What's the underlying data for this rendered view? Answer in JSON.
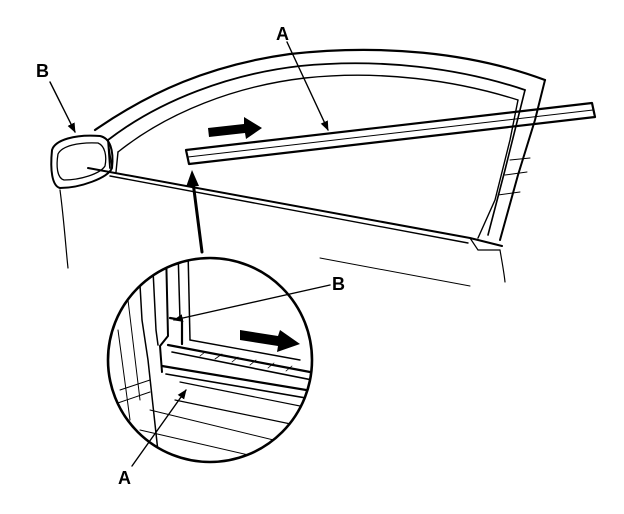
{
  "diagram": {
    "labels": {
      "top_molding": "A",
      "mirror": "B",
      "detail_molding": "A",
      "detail_bracket": "B"
    },
    "colors": {
      "line": "#000000",
      "background": "#ffffff"
    }
  }
}
